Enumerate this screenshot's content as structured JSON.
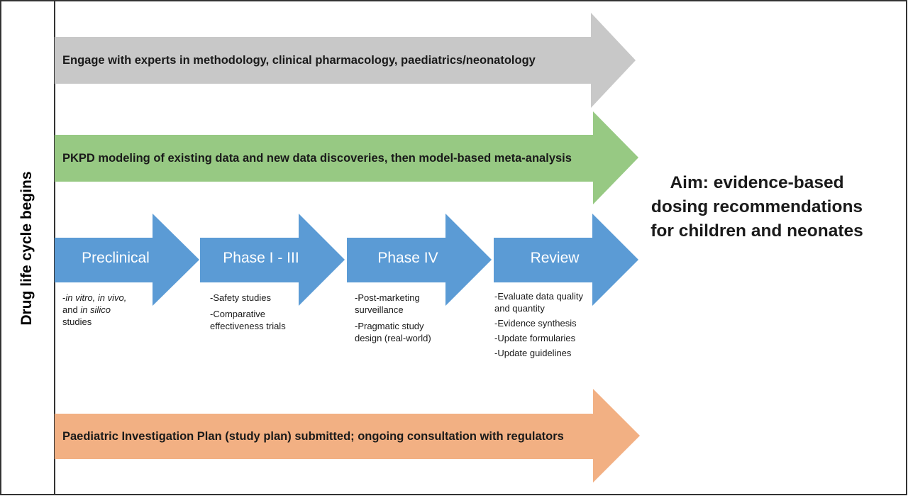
{
  "side_label": "Drug life cycle begins",
  "bands": {
    "experts": {
      "label": "Engage with experts in methodology, clinical pharmacology, paediatrics/neonatology",
      "color": "#c8c8c8"
    },
    "pkpd": {
      "label": "PKPD modeling of existing data and new data discoveries, then model-based meta-analysis",
      "color": "#97c983"
    },
    "pip": {
      "label": "Paediatric Investigation Plan (study plan) submitted; ongoing consultation with regulators",
      "color": "#f2b083"
    }
  },
  "phase_color": "#5b9bd5",
  "phases": [
    {
      "label": "Preclinical",
      "notes_html": "-<i>in vitro, in vivo,</i> and <i>in silico</i>&nbsp; studies"
    },
    {
      "label": "Phase I - III",
      "notes": [
        "-Safety studies",
        "-Comparative effectiveness trials"
      ]
    },
    {
      "label": "Phase IV",
      "notes": [
        "-Post-marketing surveillance",
        "-Pragmatic study design (real-world)"
      ]
    },
    {
      "label": "Review",
      "notes": [
        "-Evaluate data quality and quantity",
        "-Evidence synthesis",
        "-Update formularies",
        "-Update guidelines"
      ]
    }
  ],
  "aim": "Aim: evidence-based dosing recommendations for children and neonates"
}
